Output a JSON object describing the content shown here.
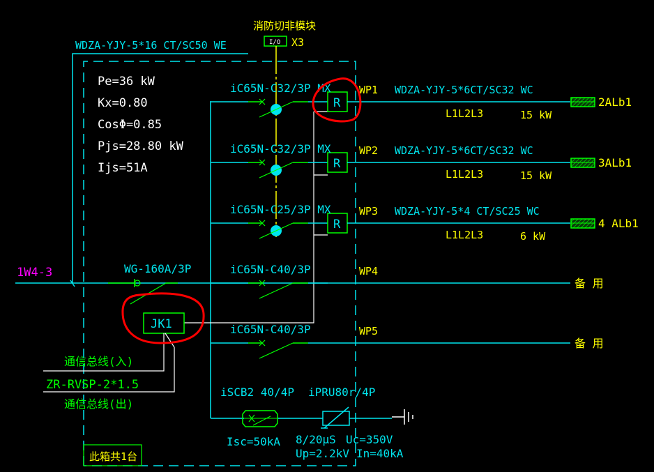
{
  "colors": {
    "background": "#000000",
    "wire": "#00e5ee",
    "breaker": "#00ff00",
    "label_yellow": "#ffff00",
    "text_white": "#ffffff",
    "annotation_red": "#ff0000",
    "incoming_magenta": "#ff00ff"
  },
  "header": {
    "fire_module_label": "消防切非模块",
    "io_box_label": "I/O",
    "io_ref": "X3",
    "incoming_cable": "WDZA-YJY-5*16 CT/SC50 WE"
  },
  "calc": {
    "pe": "Pe=36 kW",
    "kx": "Kx=0.80",
    "cos": "CosΦ=0.85",
    "pjs": "Pjs=28.80 kW",
    "ijs": "Ijs=51A"
  },
  "incoming": {
    "source": "1W4-3",
    "main_switch": "WG-160A/3P"
  },
  "circuits": [
    {
      "breaker": "iC65N-C32/3P MX",
      "id": "WP1",
      "cable": "WDZA-YJY-5*6CT/SC32  WC",
      "phases": "L1L2L3",
      "power": "15 kW",
      "dest": "2ALb1",
      "relay": "R"
    },
    {
      "breaker": "iC65N-C32/3P MX",
      "id": "WP2",
      "cable": "WDZA-YJY-5*6CT/SC32  WC",
      "phases": "L1L2L3",
      "power": "15 kW",
      "dest": "3ALb1",
      "relay": "R"
    },
    {
      "breaker": "iC65N-C25/3P MX",
      "id": "WP3",
      "cable": "WDZA-YJY-5*4  CT/SC25  WC",
      "phases": "L1L2L3",
      "power": "6 kW",
      "dest": "4 ALb1",
      "relay": "R"
    },
    {
      "breaker": "iC65N-C40/3P",
      "id": "WP4",
      "dest": "备 用"
    },
    {
      "breaker": "iC65N-C40/3P",
      "id": "WP5",
      "dest": "备 用"
    }
  ],
  "control": {
    "module": "JK1",
    "comm_in": "通信总线(入)",
    "comm_cable": "ZR-RVSP-2*1.5",
    "comm_out": "通信总线(出)"
  },
  "surge": {
    "scb": "iSCB2 40/4P",
    "spd": "iPRU80r/4P",
    "isc": "Isc=50kA",
    "wave": "8/20μS",
    "uc": "Uc=350V",
    "up": "Up=2.2kV",
    "in": "In=40kA"
  },
  "footer": {
    "box_count": "此箱共1台"
  }
}
